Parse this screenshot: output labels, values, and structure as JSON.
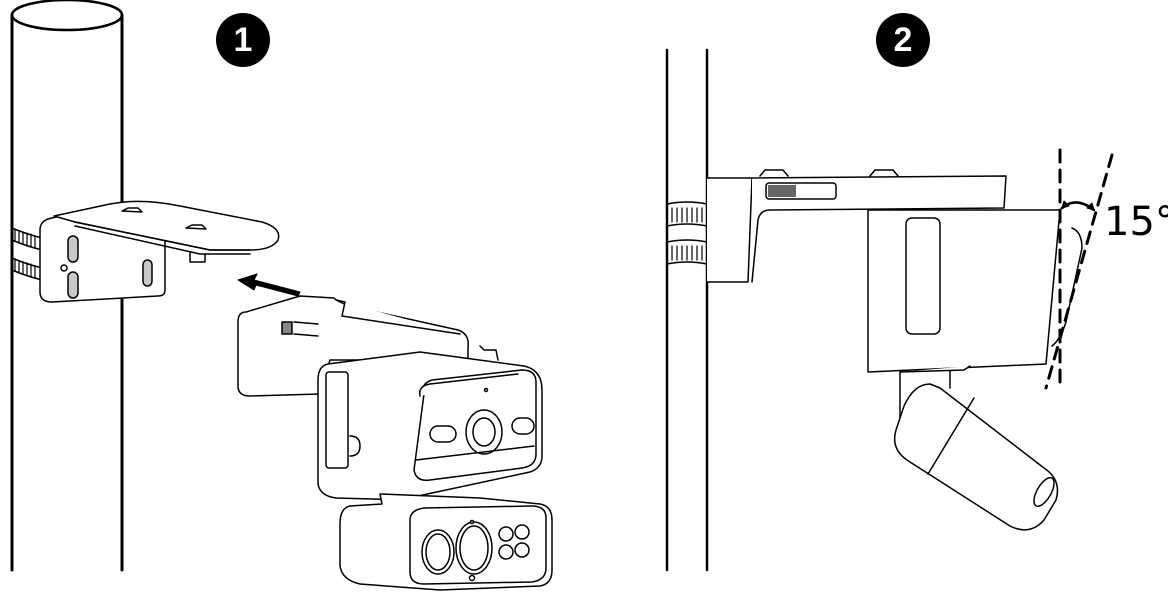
{
  "steps": [
    {
      "number": "1",
      "description_visual": "Slide camera mount onto pole bracket in direction of arrow"
    },
    {
      "number": "2",
      "description_visual": "Mounted camera tilted on pole bracket"
    }
  ],
  "angle_annotation": {
    "label": "15°"
  },
  "colors": {
    "line": "#000000",
    "background": "#ffffff",
    "slot_fill": "#c8c8c8"
  }
}
